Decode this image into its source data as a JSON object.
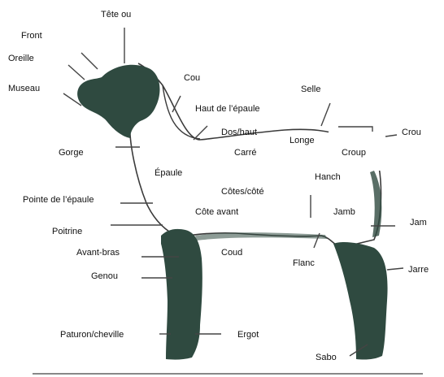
{
  "colors": {
    "animal_fill": "#2f4a40",
    "animal_outline": "#3a3a3a",
    "leader_line": "#444444",
    "label_text": "#111111",
    "background": "#ffffff"
  },
  "labels": {
    "tete_ou": "Tête ou",
    "front": "Front",
    "oreille": "Oreille",
    "museau": "Museau",
    "cou": "Cou",
    "haut_epaule": "Haut de l’épaule",
    "dos_haut": "Dos/haut",
    "carre": "Carré",
    "selle": "Selle",
    "longe": "Longe",
    "croup": "Croup",
    "crou": "Crou",
    "gorge": "Gorge",
    "epaule": "Épaule",
    "hanch": "Hanch",
    "cotes_cote": "Côtes/côté",
    "pointe_epaule": "Pointe de l’épaule",
    "cote_avant": "Côte avant",
    "jamb": "Jamb",
    "jam": "Jam",
    "poitrine": "Poitrine",
    "avant_bras": "Avant-bras",
    "coud": "Coud",
    "flanc": "Flanc",
    "jarre": "Jarre",
    "genou": "Genou",
    "paturon_cheville": "Paturon/cheville",
    "ergot": "Ergot",
    "sabo": "Sabo"
  }
}
